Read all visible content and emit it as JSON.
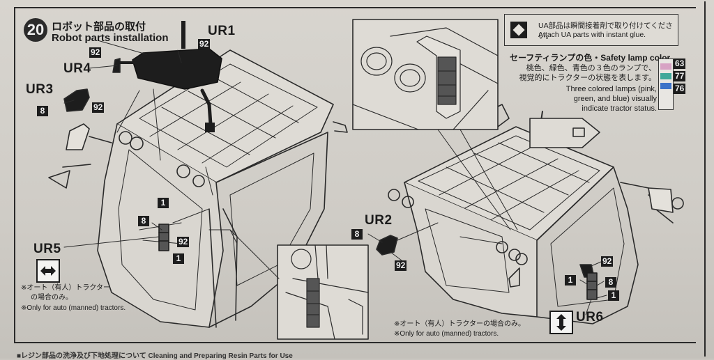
{
  "step": {
    "number": "20",
    "title_jp": "ロボット部品の取付",
    "title_en": "Robot parts installation"
  },
  "ua_note": {
    "jp": "UA部品は瞬間接着剤で取り付けてください。",
    "en": "Attach UA parts with instant glue."
  },
  "safety_lamp": {
    "title": "セーフティランプの色・Safety lamp color",
    "jp_lines": [
      "桃色、緑色、青色の３色のランプで、",
      "視覚的にトラクターの状態を表します。"
    ],
    "en_lines": [
      "Three colored lamps (pink,",
      "green, and blue) visually",
      "indicate tractor status."
    ],
    "colors": [
      {
        "code": "63",
        "hex": "#d7a3c4"
      },
      {
        "code": "77",
        "hex": "#3fa89a"
      },
      {
        "code": "76",
        "hex": "#3d73c8"
      }
    ]
  },
  "parts": {
    "ur1": "UR1",
    "ur2": "UR2",
    "ur3": "UR3",
    "ur4": "UR4",
    "ur5": "UR5",
    "ur6": "UR6"
  },
  "callouts": {
    "n92": "92",
    "n8": "8",
    "n1": "1"
  },
  "left_note": {
    "jp_1": "※オート（有人）トラクター",
    "jp_2": "の場合のみ。",
    "en": "※Only for auto (manned) tractors."
  },
  "right_note": {
    "jp": "※オート（有人）トラクターの場合のみ。",
    "en": "※Only for auto (manned) tractors."
  },
  "bottom": {
    "text": "■レジン部品の洗浄及び下地処理について  Cleaning and Preparing Resin Parts for Use"
  },
  "icons": {
    "diamond": "diamond-icon",
    "direction": "four-way-arrow-icon"
  }
}
